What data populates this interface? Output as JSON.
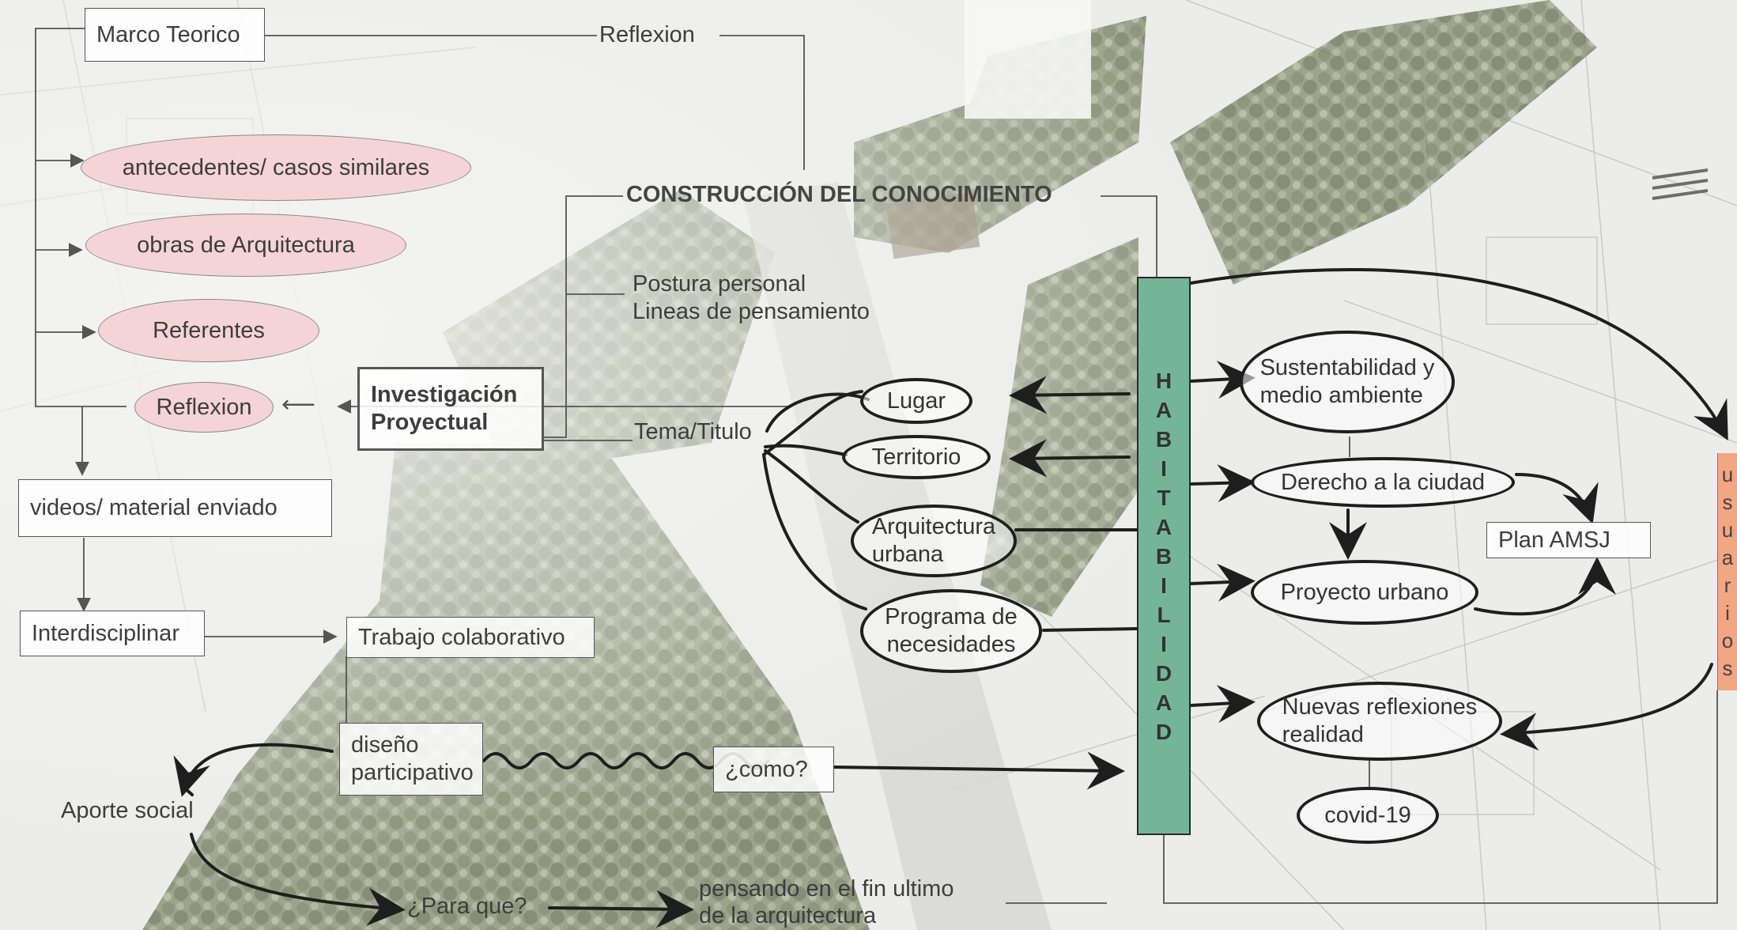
{
  "left": {
    "marco_teorico": "Marco Teorico",
    "reflexion_top": "Reflexion",
    "antecedentes": "antecedentes/ casos similares",
    "obras": "obras de Arquitectura",
    "referentes": "Referentes",
    "reflexion_oval": "Reflexion",
    "investigacion": "Investigación\nProyectual",
    "videos": "videos/ material enviado",
    "interdisciplinar": "Interdisciplinar",
    "trabajo": "Trabajo colaborativo",
    "diseno": "diseño\nparticipativo",
    "aporte": "Aporte social",
    "como": "¿como?",
    "para_que": "¿Para que?",
    "pensando": "pensando en el fin ultimo\nde la arquitectura"
  },
  "center": {
    "construccion": "CONSTRUCCIÓN DEL CONOCIMIENTO",
    "postura": "Postura personal\nLineas de pensamiento",
    "tema": "Tema/Titulo",
    "lugar": "Lugar",
    "territorio": "Territorio",
    "arquitectura": "Arquitectura\nurbana",
    "programa": "Programa de\nnecesidades"
  },
  "habitabilidad": [
    "H",
    "A",
    "B",
    "I",
    "T",
    "A",
    "B",
    "I",
    "L",
    "I",
    "D",
    "A",
    "D"
  ],
  "right": {
    "sustentabilidad": "Sustentabilidad y\nmedio ambiente",
    "derecho": "Derecho a la ciudad",
    "plan": "Plan AMSJ",
    "proyecto": "Proyecto urbano",
    "nuevas": "Nuevas reflexiones\nrealidad",
    "covid": "covid-19"
  },
  "usuarios": [
    "u",
    "s",
    "u",
    "a",
    "r",
    "i",
    "o",
    "s"
  ],
  "colors": {
    "oval_fill": "#f4d4d6",
    "habitabilidad_fill": "#74b599",
    "usuarios_fill": "#f2a682",
    "foliage": "#6f7a58"
  }
}
